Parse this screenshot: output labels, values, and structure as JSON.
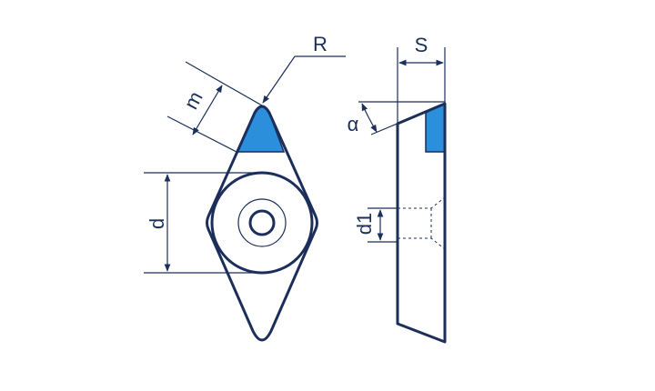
{
  "labels": {
    "radius": "R",
    "thickness": "S",
    "edge_length": "m",
    "inscribed_circle": "d",
    "clearance_angle": "α",
    "hole_diameter": "d1"
  },
  "colors": {
    "line": "#1b2f5a",
    "tip_fill": "#2b8fdc",
    "background": "#ffffff"
  }
}
